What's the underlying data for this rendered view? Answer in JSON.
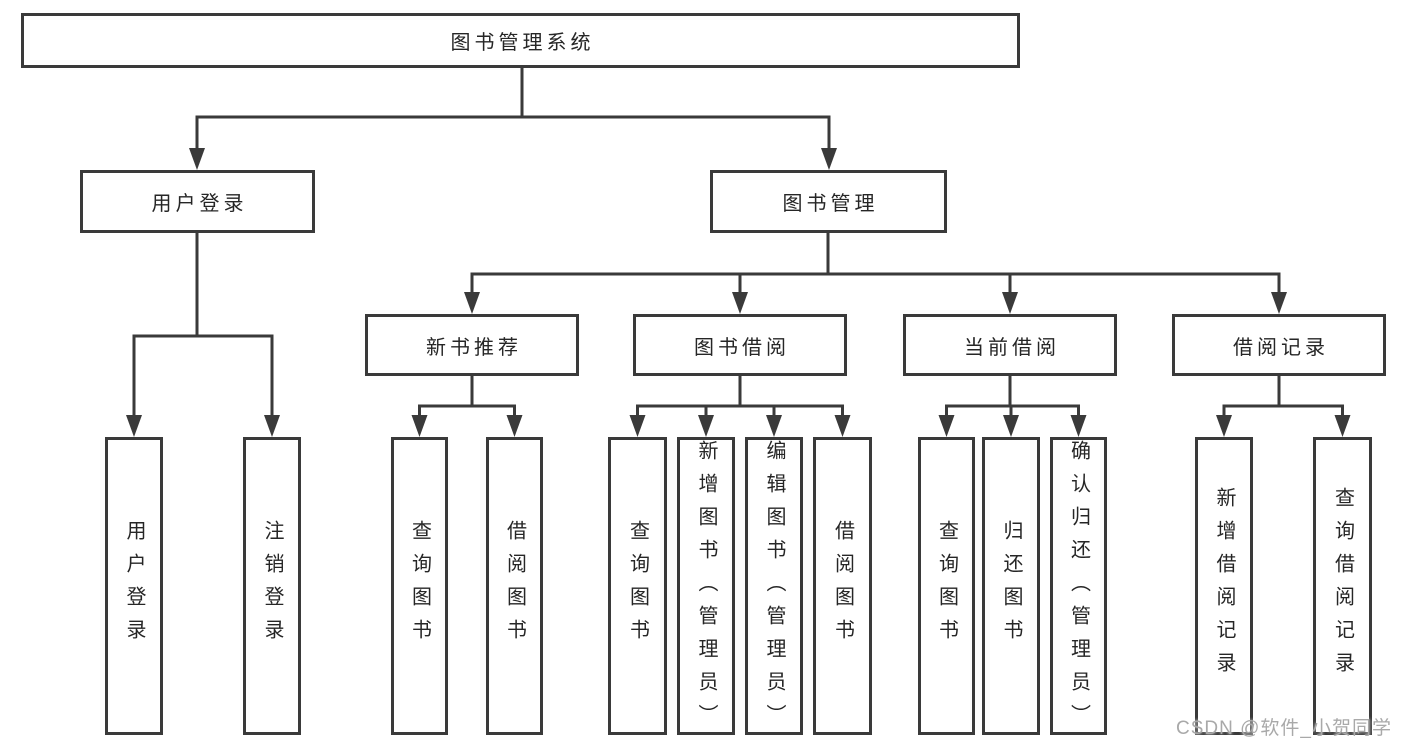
{
  "diagram": {
    "tree": {
      "root": {
        "label": "图书管理系统"
      },
      "branches": [
        {
          "label": "用户登录",
          "children": [
            {
              "label": "用户登录"
            },
            {
              "label": "注销登录"
            }
          ]
        },
        {
          "label": "图书管理",
          "children": [
            {
              "label": "新书推荐",
              "children": [
                {
                  "label": "查询图书"
                },
                {
                  "label": "借阅图书"
                }
              ]
            },
            {
              "label": "图书借阅",
              "children": [
                {
                  "label": "查询图书"
                },
                {
                  "label": "新增图书（管理员）"
                },
                {
                  "label": "编辑图书（管理员）"
                },
                {
                  "label": "借阅图书"
                }
              ]
            },
            {
              "label": "当前借阅",
              "children": [
                {
                  "label": "查询图书"
                },
                {
                  "label": "归还图书"
                },
                {
                  "label": "确认归还（管理员）"
                }
              ]
            },
            {
              "label": "借阅记录",
              "children": [
                {
                  "label": "新增借阅记录"
                },
                {
                  "label": "查询借阅记录"
                }
              ]
            }
          ]
        }
      ]
    },
    "colors": {
      "line": "#3a3a3a",
      "box_border": "#3a3a3a",
      "text": "#262626",
      "watermark_text": "#a9a9a9",
      "background": "#ffffff"
    },
    "watermark": {
      "text": "CSDN @软件_小贺同学"
    }
  }
}
